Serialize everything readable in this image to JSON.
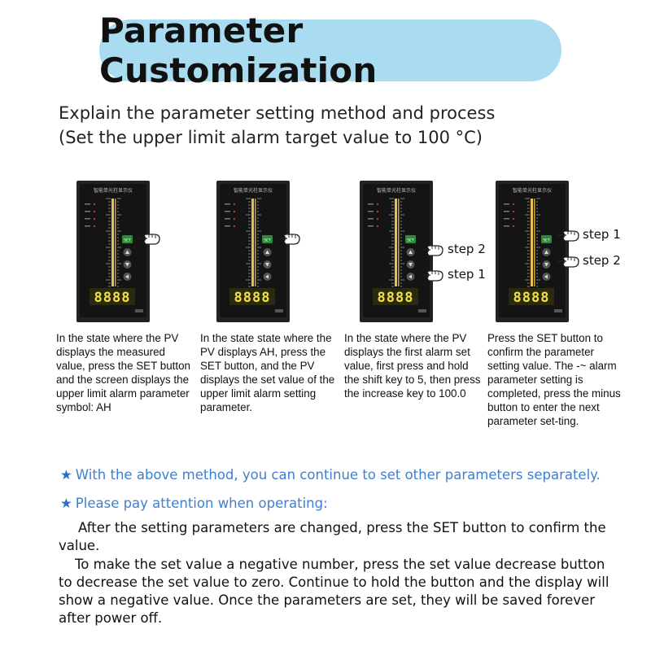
{
  "title": "Parameter Customization",
  "intro": {
    "line1": "Explain the parameter setting method and process",
    "line2": "(Set the upper limit alarm target value to 100 °C)"
  },
  "device": {
    "header_text": "智能单光柱显示仪",
    "set_key": "SET",
    "display_digits": "8888"
  },
  "steps": [
    {
      "description": "In the state where the PV displays the measured value, press the SET button and the screen displays the upper limit alarm parameter symbol: AH",
      "labels": []
    },
    {
      "description": "In the state state where the PV displays AH, press the SET button, and the PV displays the set value of the upper limit alarm setting parameter.",
      "labels": []
    },
    {
      "description": "In the state where the PV displays the first alarm set value, first press and hold the shift key to 5, then press the increase key to 100.0",
      "labels": [
        "step 2",
        "step 1"
      ]
    },
    {
      "description": "Press the SET button to confirm the parameter setting value. The -~ alarm parameter setting is completed, press the minus button to enter the next parameter set-ting.",
      "labels": [
        "step 1",
        "step 2"
      ]
    }
  ],
  "notes": {
    "star": "★",
    "continue": "With the above method, you can continue to set other parameters separately.",
    "attention": "Please pay attention when operating:"
  },
  "paragraphs": {
    "confirm": "After the setting parameters are changed, press the SET button to confirm the value.",
    "negative": "To make the set value a negative number, press the set value decrease button to decrease the set value to zero. Continue to hold the button and the display will show a negative value. Once the parameters are set, they will be saved forever after power off."
  },
  "colors": {
    "title_bg": "#a9dcf0",
    "note_text": "#3f7fd0",
    "display_digits": "#f0e040",
    "set_key": "#2e8a3a",
    "bar": "#e8c250"
  }
}
